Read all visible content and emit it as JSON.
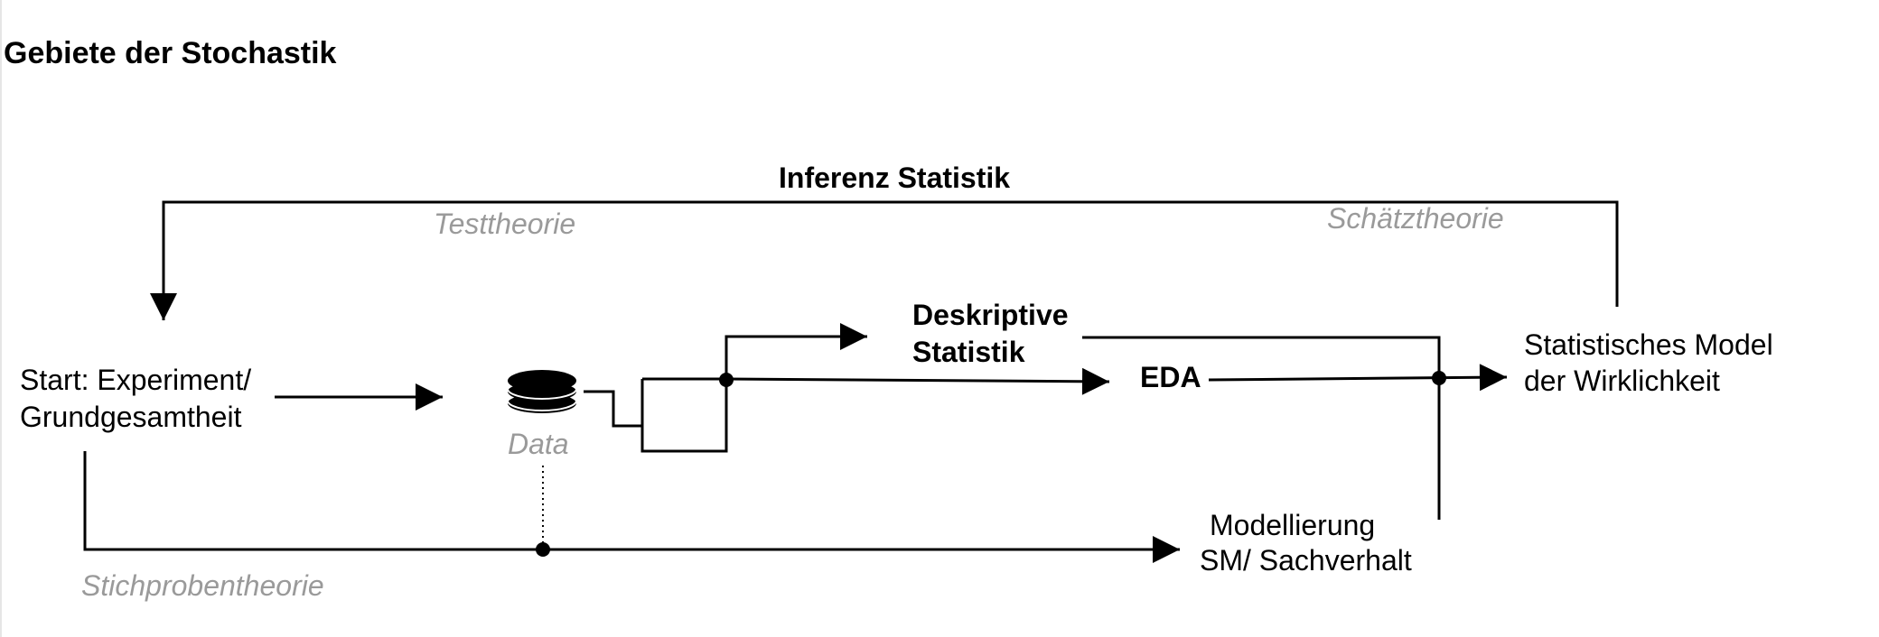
{
  "title": "Gebiete der Stochastik",
  "nodes": {
    "start": [
      "Start: Experiment/",
      "Grundgesamtheit"
    ],
    "data": "Data",
    "deskriptive": [
      "Deskriptive",
      "Statistik"
    ],
    "eda": "EDA",
    "modell": [
      "Statistisches Model",
      "der Wirklichkeit"
    ],
    "modellierung": [
      "Modellierung",
      "SM/ Sachverhalt"
    ]
  },
  "theories": {
    "inferenz": "Inferenz Statistik",
    "test": "Testtheorie",
    "schaetz": "Schätztheorie",
    "stichprobe": "Stichprobentheorie"
  },
  "colors": {
    "text": "#000000",
    "muted": "#9a9a9a"
  },
  "icons": {
    "data": "database-icon"
  }
}
